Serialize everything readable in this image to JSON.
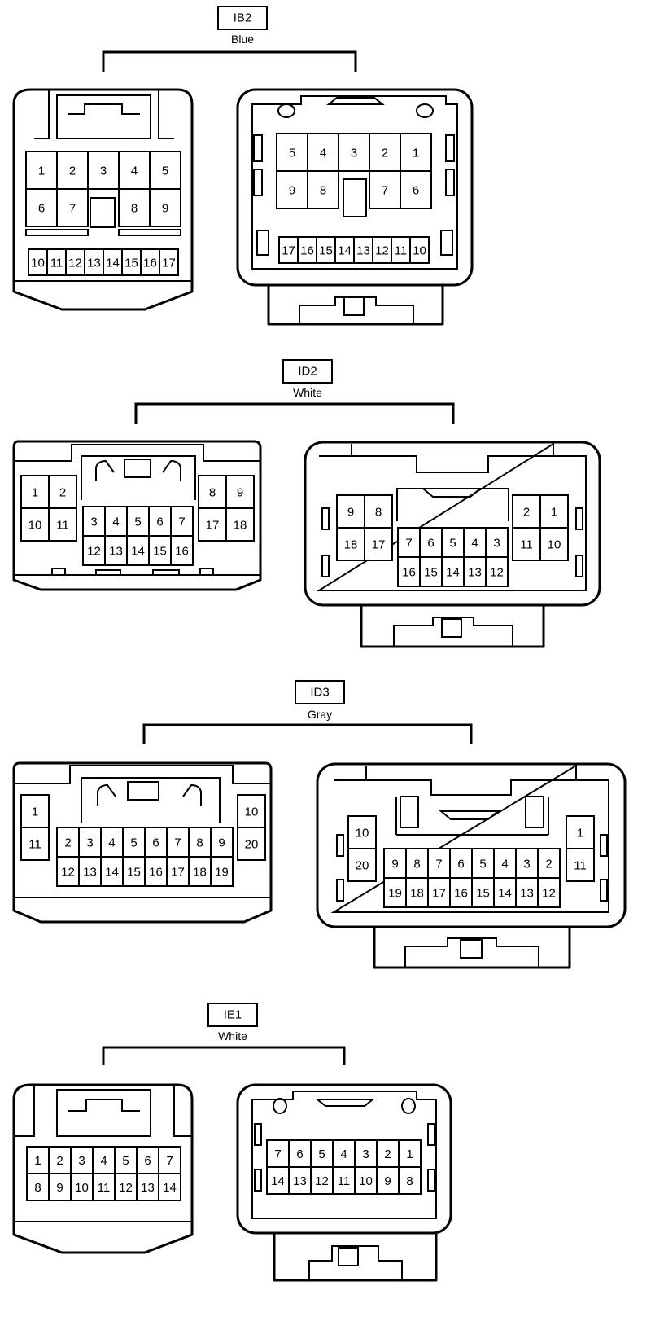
{
  "connectors": [
    {
      "id": "ib2",
      "code": "IB2",
      "color": "Blue",
      "left": {
        "top_row": [
          "1",
          "2",
          "3",
          "4",
          "5"
        ],
        "mid_row": [
          "6",
          "7",
          "",
          "8",
          "9"
        ],
        "bottom_row": [
          "10",
          "11",
          "12",
          "13",
          "14",
          "15",
          "16",
          "17"
        ]
      },
      "right": {
        "top_row": [
          "5",
          "4",
          "3",
          "2",
          "1"
        ],
        "mid_row": [
          "9",
          "8",
          "",
          "7",
          "6"
        ],
        "bottom_row": [
          "17",
          "16",
          "15",
          "14",
          "13",
          "12",
          "11",
          "10"
        ]
      }
    },
    {
      "id": "id2",
      "code": "ID2",
      "color": "White",
      "left": {
        "left_block": [
          [
            "1",
            "2"
          ],
          [
            "10",
            "11"
          ]
        ],
        "center_block": [
          [
            "3",
            "4",
            "5",
            "6",
            "7"
          ],
          [
            "12",
            "13",
            "14",
            "15",
            "16"
          ]
        ],
        "right_block": [
          [
            "8",
            "9"
          ],
          [
            "17",
            "18"
          ]
        ]
      },
      "right": {
        "left_block": [
          [
            "9",
            "8"
          ],
          [
            "18",
            "17"
          ]
        ],
        "center_block": [
          [
            "7",
            "6",
            "5",
            "4",
            "3"
          ],
          [
            "16",
            "15",
            "14",
            "13",
            "12"
          ]
        ],
        "right_block": [
          [
            "2",
            "1"
          ],
          [
            "11",
            "10"
          ]
        ]
      }
    },
    {
      "id": "id3",
      "code": "ID3",
      "color": "Gray",
      "left": {
        "left_col": [
          "1",
          "11"
        ],
        "center_block": [
          [
            "2",
            "3",
            "4",
            "5",
            "6",
            "7",
            "8",
            "9"
          ],
          [
            "12",
            "13",
            "14",
            "15",
            "16",
            "17",
            "18",
            "19"
          ]
        ],
        "right_col": [
          "10",
          "20"
        ]
      },
      "right": {
        "left_col": [
          "10",
          "20"
        ],
        "center_block": [
          [
            "9",
            "8",
            "7",
            "6",
            "5",
            "4",
            "3",
            "2"
          ],
          [
            "19",
            "18",
            "17",
            "16",
            "15",
            "14",
            "13",
            "12"
          ]
        ],
        "right_col": [
          "1",
          "11"
        ]
      }
    },
    {
      "id": "ie1",
      "code": "IE1",
      "color": "White",
      "left": {
        "rows": [
          [
            "1",
            "2",
            "3",
            "4",
            "5",
            "6",
            "7"
          ],
          [
            "8",
            "9",
            "10",
            "11",
            "12",
            "13",
            "14"
          ]
        ]
      },
      "right": {
        "rows": [
          [
            "7",
            "6",
            "5",
            "4",
            "3",
            "2",
            "1"
          ],
          [
            "14",
            "13",
            "12",
            "11",
            "10",
            "9",
            "8"
          ]
        ]
      }
    }
  ]
}
